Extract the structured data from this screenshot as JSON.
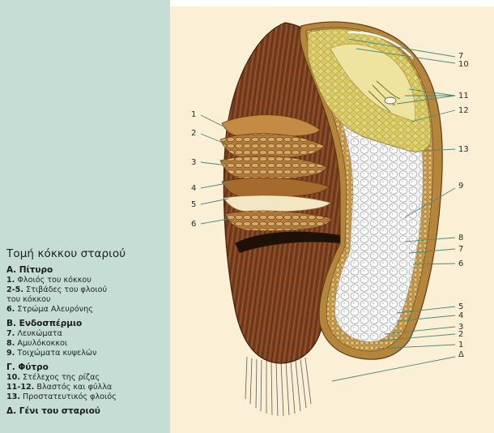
{
  "legend": {
    "title": "Τομή κόκκου σταριού",
    "sections": [
      {
        "heading": "Α. Πίτυρο",
        "items": [
          {
            "num": "1.",
            "text": " Φλοιός του κόκκου"
          },
          {
            "num": "2-5.",
            "text": " Στιβάδες του φλοιού"
          },
          {
            "num": "",
            "text": "του κόκκου"
          },
          {
            "num": "6.",
            "text": " Στρώμα Αλευρόνης"
          }
        ]
      },
      {
        "heading": "Β. Ενδοσπέρμιο",
        "items": [
          {
            "num": "7.",
            "text": " Λευκώματα"
          },
          {
            "num": "8.",
            "text": " Αμυλόκοκκοι"
          },
          {
            "num": "9.",
            "text": " Τοιχώματα κυψελών"
          }
        ]
      },
      {
        "heading": "Γ. Φύτρο",
        "items": [
          {
            "num": "10.",
            "text": " Στέλεχος της ρίζας"
          },
          {
            "num": "11-12.",
            "text": " Βλαστός και φύλλα"
          },
          {
            "num": "13.",
            "text": " Προστατευτικός φλοιός"
          }
        ]
      }
    ],
    "final_heading": "Δ. Γένι του σταριού"
  },
  "callouts": {
    "left": [
      "1",
      "2",
      "3",
      "4",
      "5",
      "6"
    ],
    "right": [
      "7",
      "10",
      "11",
      "12",
      "13",
      "9",
      "8",
      "7",
      "6",
      "5",
      "4",
      "3",
      "2",
      "1",
      "Δ"
    ]
  },
  "colors": {
    "panel_bg": "#c5ddd5",
    "diagram_bg": "#fbefd5",
    "bran": "#7a4020",
    "germ": "#dccf6a",
    "endosperm": "#ffffff"
  }
}
